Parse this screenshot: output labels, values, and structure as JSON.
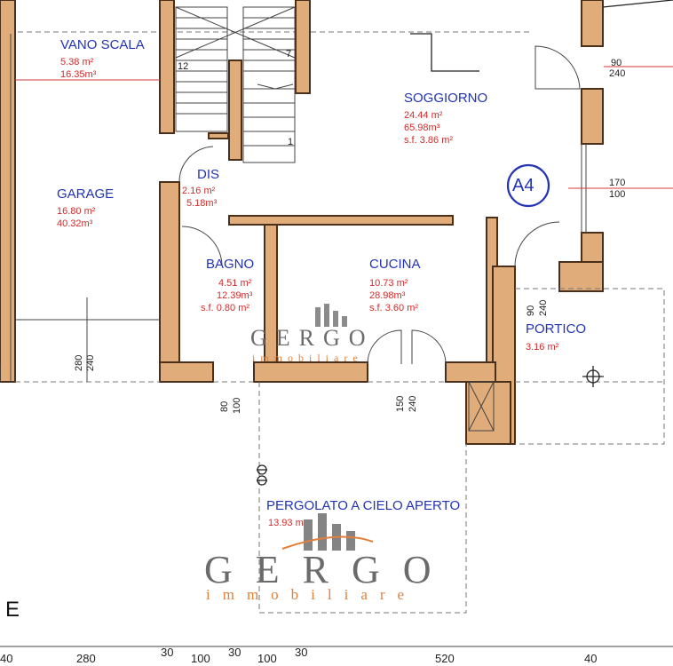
{
  "rooms": {
    "vano_scala": {
      "name": "VANO SCALA",
      "area": "5.38 m²",
      "volume": "16.35m³"
    },
    "soggiorno": {
      "name": "SOGGIORNO",
      "area": "24.44 m²",
      "volume": "65.98m³",
      "sf": "s.f. 3.86 m²"
    },
    "garage": {
      "name": "GARAGE",
      "area": "16.80 m²",
      "volume": "40.32m³"
    },
    "dis": {
      "name": "DIS",
      "area": "2.16 m²",
      "volume": "5.18m³"
    },
    "bagno": {
      "name": "BAGNO",
      "area": "4.51 m²",
      "volume": "12.39m³",
      "sf": "s.f. 0.80 m²"
    },
    "cucina": {
      "name": "CUCINA",
      "area": "10.73 m²",
      "volume": "28.98m³",
      "sf": "s.f. 3.60 m²"
    },
    "portico": {
      "name": "PORTICO",
      "area": "3.16 m²"
    },
    "pergolato": {
      "name": "PERGOLATO A CIELO APERTO",
      "area": "13.93 m"
    }
  },
  "unit_tag": "A4",
  "stair_numbers": {
    "top_left": "12",
    "top_right": "7",
    "bottom_right": "1"
  },
  "openings": {
    "soggiorno_door": {
      "w": "90",
      "h": "240"
    },
    "soggiorno_window": {
      "w": "170",
      "h": "100"
    },
    "garage_door": {
      "w": "280",
      "h": "240"
    },
    "bagno_window": {
      "w": "80",
      "h": "100"
    },
    "cucina_door": {
      "w": "150",
      "h": "240"
    },
    "portico_door": {
      "w": "90",
      "h": "240"
    }
  },
  "bottom_dimensions": [
    "40",
    "280",
    "30",
    "100",
    "30",
    "100",
    "30",
    "520",
    "40"
  ],
  "orientation_letter": "E",
  "watermark": {
    "name": "GERGO",
    "sub": "immobiliare"
  },
  "colors": {
    "wall": "#e0ad7a",
    "label": "#2233b5",
    "value": "#d42a2a",
    "brand_accent": "#e0803a"
  }
}
